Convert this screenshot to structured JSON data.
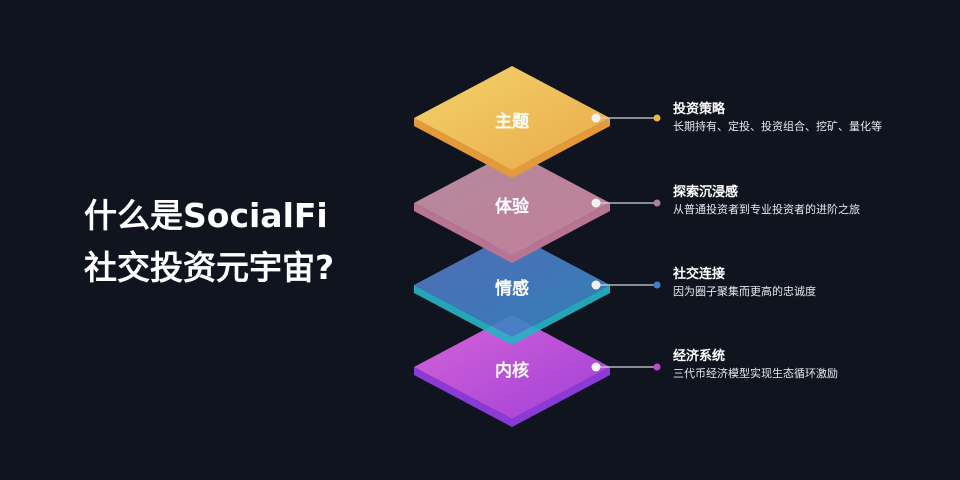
{
  "title": {
    "line1": "什么是SocialFi",
    "line2": "社交投资元宇宙?"
  },
  "layers": [
    {
      "label": "主题",
      "heading": "投资策略",
      "text": "长期持有、定投、投资组合、挖矿、量化等",
      "color_a": "#f3d36a",
      "color_b": "#e9a94a",
      "edge": "#e59a3a",
      "dot": "#e8b74a"
    },
    {
      "label": "体验",
      "heading": "探索沉浸感",
      "text": "从普通投资者到专业投资者的进阶之旅",
      "color_a": "#b48a9e",
      "color_b": "#c17f98",
      "edge": "#b87593",
      "dot": "#b07f98"
    },
    {
      "label": "情感",
      "heading": "社交连接",
      "text": "因为圈子聚集而更高的忠诚度",
      "color_a": "#5873c6",
      "color_b": "#3489c4",
      "edge": "#27b3c6",
      "dot": "#3f7fd0"
    },
    {
      "label": "内核",
      "heading": "经济系统",
      "text": "三代币经济模型实现生态循环激励",
      "color_a": "#d864d8",
      "color_b": "#9e3fd8",
      "edge": "#8a3ad6",
      "dot": "#c04ad8"
    }
  ]
}
